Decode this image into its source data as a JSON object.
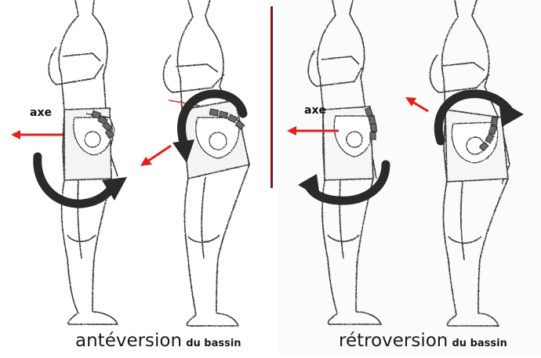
{
  "panels": [
    {
      "axis_label": "axe",
      "caption_main": "antéversion",
      "caption_sub": "du bassin"
    },
    {
      "axis_label": "axe",
      "caption_main": "rétroversion",
      "caption_sub": "du bassin"
    }
  ],
  "colors": {
    "arrow_red": "#e0201b",
    "rotation_arrow": "#2a2a2a",
    "divider": "#7a1a1a",
    "sketch": "#3a3a3a"
  },
  "icons": [
    "red-axis-arrow",
    "rotation-arrow",
    "pelvis-sketch",
    "body-figure-sketch"
  ]
}
